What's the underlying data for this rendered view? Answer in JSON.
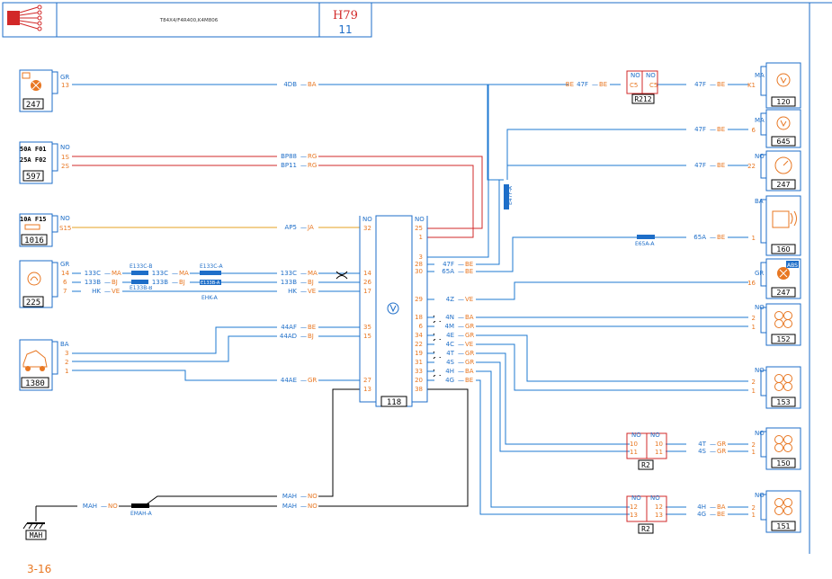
{
  "header": {
    "model_code": "T84X4/F4R400,K4M806",
    "diagram_id": "H79",
    "diagram_sheet": "11"
  },
  "page_label": "3-16",
  "colors": {
    "wire_blue": "#1e78d2",
    "wire_red": "#d22828",
    "wire_orange": "#e6a020",
    "label_orange": "#e87722",
    "label_blue": "#1e6ec8",
    "component": "#1e6ec8",
    "connector_fill": "#1e6ec8",
    "ground_black": "#000000"
  },
  "ecu": {
    "id": "118",
    "left_connector": "NO",
    "right_connector": "NO",
    "left_pins": [
      "32",
      "14",
      "26",
      "17",
      "35",
      "15",
      "27",
      "13"
    ],
    "right_pins": [
      "25",
      "1",
      "3",
      "28",
      "30",
      "29",
      "18",
      "6",
      "34",
      "22",
      "19",
      "31",
      "33",
      "20",
      "38"
    ]
  },
  "components": {
    "c247a": {
      "id": "247",
      "conn": "GR",
      "pin": "13"
    },
    "c597": {
      "id": "597",
      "conn": "NO",
      "pins": [
        "1S",
        "2S"
      ],
      "fuses": [
        "50A  F01",
        "25A  F02"
      ]
    },
    "c1016": {
      "id": "1016",
      "conn": "NO",
      "pin": "S15",
      "fuse": "10A  F15"
    },
    "c225": {
      "id": "225",
      "conn": "GR",
      "pins": [
        "14",
        "6",
        "7"
      ]
    },
    "c1380": {
      "id": "1380",
      "conn": "BA",
      "pins": [
        "3",
        "2",
        "1"
      ]
    },
    "mah": {
      "id": "MAH"
    },
    "c120": {
      "id": "120",
      "conn": "MA",
      "pin": "K1"
    },
    "c645": {
      "id": "645",
      "conn": "MA",
      "pin": "6"
    },
    "c247b": {
      "id": "247",
      "conn": "NO",
      "pin": "22"
    },
    "c160": {
      "id": "160",
      "conn": "BA",
      "pin": "1"
    },
    "c247c": {
      "id": "247",
      "conn": "GR",
      "pin": "16",
      "badge": "ABS"
    },
    "c152": {
      "id": "152",
      "conn": "NO",
      "pins": [
        "2",
        "1"
      ]
    },
    "c153": {
      "id": "153",
      "conn": "NO",
      "pins": [
        "2",
        "1"
      ]
    },
    "c150": {
      "id": "150",
      "conn": "NO",
      "pins": [
        "2",
        "1"
      ]
    },
    "c151": {
      "id": "151",
      "conn": "NO",
      "pins": [
        "2",
        "1"
      ]
    },
    "r212": {
      "id": "R212",
      "conn_left": "NO",
      "conn_right": "NO",
      "pin_left": "C5",
      "pin_right": "C5"
    },
    "r2a": {
      "id": "R2",
      "conn_left": "NO",
      "conn_right": "NO",
      "pins_left": [
        "10",
        "11"
      ],
      "pins_right": [
        "10",
        "11"
      ]
    },
    "r2b": {
      "id": "R2",
      "conn_left": "NO",
      "conn_right": "NO",
      "pins_left": [
        "12",
        "13"
      ],
      "pins_right": [
        "12",
        "13"
      ]
    }
  },
  "wires": {
    "w4db": {
      "code": "4DB",
      "color": "BA"
    },
    "wbp88": {
      "code": "BP88",
      "color": "RG"
    },
    "wbp11": {
      "code": "BP11",
      "color": "RG"
    },
    "wap5": {
      "code": "AP5",
      "color": "JA"
    },
    "w133c_a": {
      "code": "133C",
      "color": "MA"
    },
    "w133b_a": {
      "code": "133B",
      "color": "BJ"
    },
    "whk_a": {
      "code": "HK",
      "color": "VE"
    },
    "w133c_b": {
      "code": "133C",
      "color": "MA"
    },
    "w133b_b": {
      "code": "133B",
      "color": "BJ"
    },
    "w133c_c": {
      "code": "133C",
      "color": "MA"
    },
    "w133b_c": {
      "code": "133B",
      "color": "BJ"
    },
    "whk_c": {
      "code": "HK",
      "color": "VE"
    },
    "w44af": {
      "code": "44AF",
      "color": "BE"
    },
    "w44ad": {
      "code": "44AD",
      "color": "BJ"
    },
    "w44ae": {
      "code": "44AE",
      "color": "GR"
    },
    "wmah1": {
      "code": "MAH",
      "color": "NO"
    },
    "wmah2": {
      "code": "MAH",
      "color": "NO"
    },
    "wmah3": {
      "code": "MAH",
      "color": "NO"
    },
    "w47f_ecu": {
      "code": "47F",
      "color": "BE"
    },
    "w65a_ecu": {
      "code": "65A",
      "color": "BE"
    },
    "w4z": {
      "code": "4Z",
      "color": "VE"
    },
    "w4n": {
      "code": "4N",
      "color": "BA"
    },
    "w4m": {
      "code": "4M",
      "color": "GR"
    },
    "w4e": {
      "code": "4E",
      "color": "GR"
    },
    "w4c": {
      "code": "4C",
      "color": "VE"
    },
    "w4t": {
      "code": "4T",
      "color": "GR"
    },
    "w4s": {
      "code": "4S",
      "color": "GR"
    },
    "w4h": {
      "code": "4H",
      "color": "BA"
    },
    "w4g": {
      "code": "4G",
      "color": "BE"
    },
    "w47f_top": {
      "code": "47F",
      "color": "BE",
      "prefix": "BE"
    },
    "w47f_120": {
      "code": "47F",
      "color": "BE"
    },
    "w47f_645": {
      "code": "47F",
      "color": "BE"
    },
    "w47f_247": {
      "code": "47F",
      "color": "BE"
    },
    "w65a_160": {
      "code": "65A",
      "color": "BE"
    },
    "w4t_150": {
      "code": "4T",
      "color": "GR"
    },
    "w4s_150": {
      "code": "4S",
      "color": "GR"
    },
    "w4h_151": {
      "code": "4H",
      "color": "BA"
    },
    "w4g_151": {
      "code": "4G",
      "color": "BE"
    }
  },
  "splices": {
    "e133c_b": "E133C-B",
    "e133b_b": "E133B-B",
    "e133c_a": "E133C-A",
    "e133b_a": "E133B-A",
    "ehk_a": "EHK-A",
    "emah_a": "EMAH-A",
    "e47f_a": "E47F-A",
    "e65a_a": "E65A-A"
  }
}
